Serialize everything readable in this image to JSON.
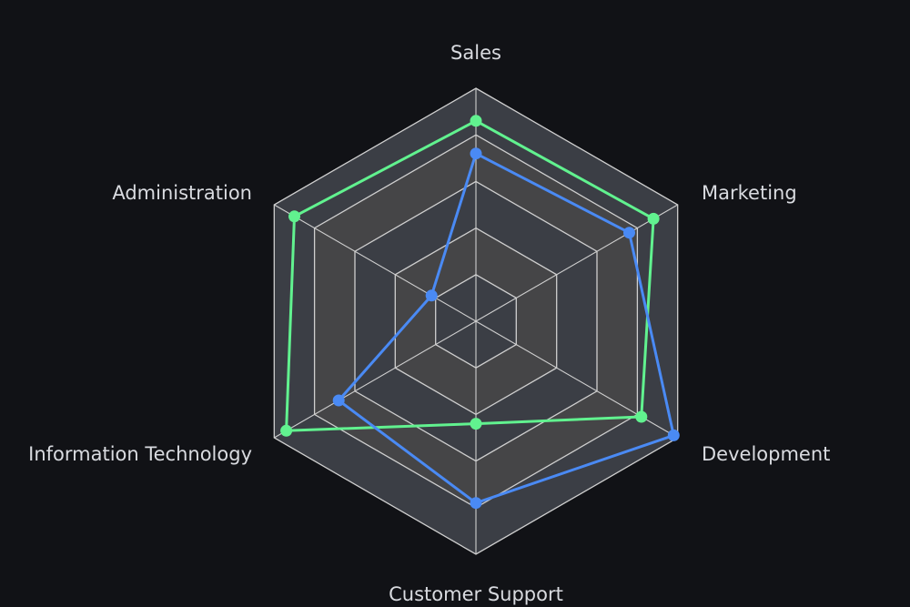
{
  "chart_data": {
    "type": "radar",
    "indicators": [
      "Sales",
      "Marketing",
      "Development",
      "Customer Support",
      "Information Technology",
      "Administration"
    ],
    "max": 5,
    "rings": 5,
    "series": [
      {
        "color": "#61f28f",
        "values": [
          4.3,
          4.4,
          4.1,
          2.2,
          4.7,
          4.5
        ]
      },
      {
        "color": "#4a8af4",
        "values": [
          3.6,
          3.8,
          4.9,
          3.9,
          3.4,
          1.1
        ]
      }
    ],
    "band_colors": [
      "#3b3e45",
      "#454547",
      "#3b3e45",
      "#454547",
      "#3b3e45"
    ],
    "grid_color": "#cfcfcf",
    "label_color": "#d9dbe0",
    "background": "#111216"
  }
}
